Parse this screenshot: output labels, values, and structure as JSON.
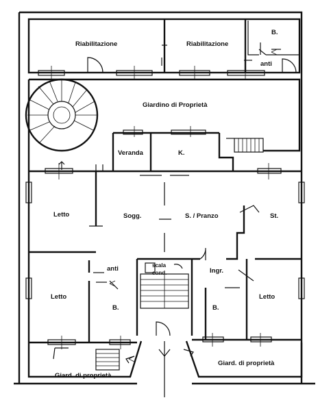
{
  "plan": {
    "rooms": {
      "riabilitazione_left": "Riabilitazione",
      "riabilitazione_right": "Riabilitazione",
      "bath_top": "B.",
      "anti_top": "anti",
      "garden_top": "Giardino di Proprietà",
      "veranda": "Veranda",
      "kitchen": "K.",
      "letto_left_upper": "Letto",
      "soggiorno": "Sogg.",
      "sala_pranzo": "S. / Pranzo",
      "studio": "St.",
      "letto_left_lower": "Letto",
      "anti_mid": "anti",
      "bath_mid_left": "B.",
      "scala_line1": "scala",
      "scala_line2": "cond.",
      "ingresso": "Ingr.",
      "bath_mid_right": "B.",
      "letto_right_lower": "Letto",
      "garden_bottom_left": "Giard. di proprietà",
      "garden_bottom_right": "Giard. di proprietà"
    }
  }
}
